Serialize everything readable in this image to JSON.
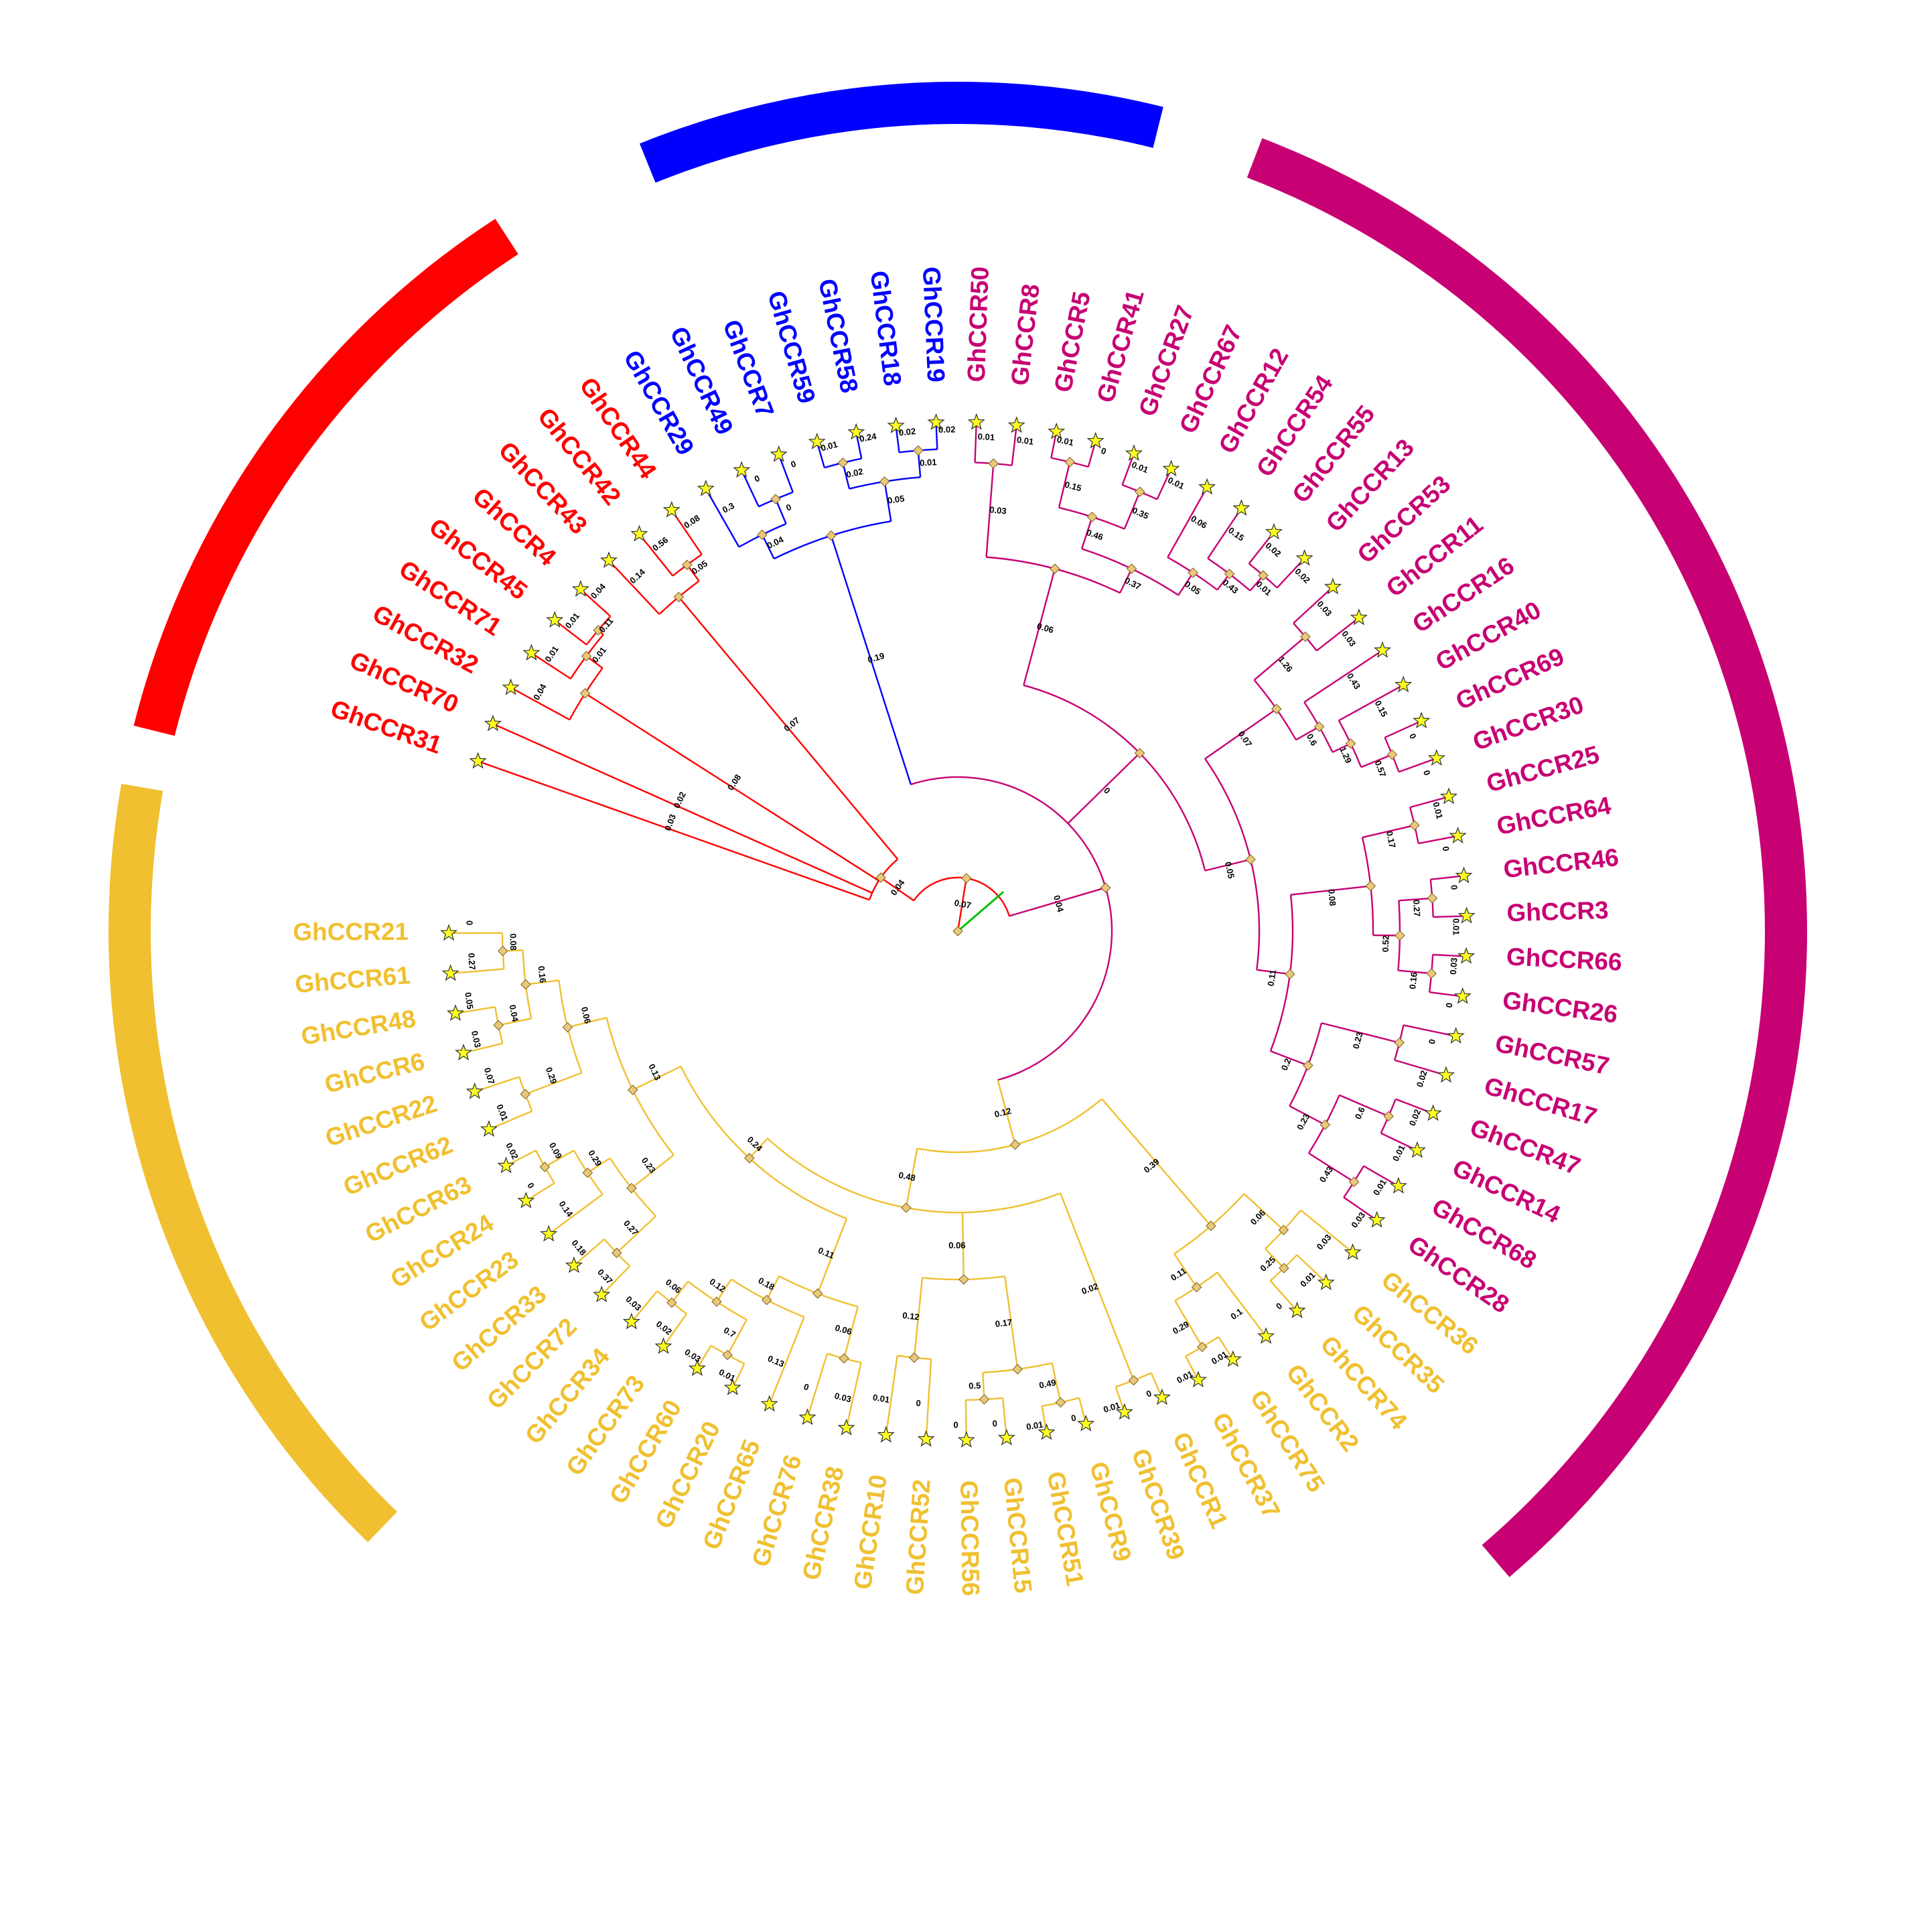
{
  "colors": {
    "red": "#ff0000",
    "blue": "#0000ff",
    "magenta": "#c70073",
    "yellow": "#f0c030",
    "green": "#00c000",
    "star_fill": "#ffff20",
    "node_fill": "#e8c87a"
  },
  "arcs": [
    {
      "name": "red-clade-arc",
      "color": "red"
    },
    {
      "name": "blue-clade-arc",
      "color": "blue"
    },
    {
      "name": "magenta-clade-arc",
      "color": "magenta"
    },
    {
      "name": "yellow-clade-arc",
      "color": "yellow"
    }
  ],
  "leaves": [
    {
      "label": "GhCCR31",
      "color": "red",
      "bl": "0.03"
    },
    {
      "label": "GhCCR70",
      "color": "red",
      "bl": "0.02"
    },
    {
      "label": "GhCCR32",
      "color": "red",
      "bl": "0.04"
    },
    {
      "label": "GhCCR71",
      "color": "red",
      "bl": "0.01"
    },
    {
      "label": "GhCCR45",
      "color": "red",
      "bl": "0.01"
    },
    {
      "label": "GhCCR4",
      "color": "red",
      "bl": "0.04"
    },
    {
      "label": "GhCCR43",
      "color": "red",
      "bl": "0.14"
    },
    {
      "label": "GhCCR42",
      "color": "red",
      "bl": "0.56"
    },
    {
      "label": "GhCCR44",
      "color": "red",
      "bl": "0.08"
    },
    {
      "label": "GhCCR29",
      "color": "blue",
      "bl": "0.3"
    },
    {
      "label": "GhCCR49",
      "color": "blue",
      "bl": "0"
    },
    {
      "label": "GhCCR7",
      "color": "blue",
      "bl": "0"
    },
    {
      "label": "GhCCR59",
      "color": "blue",
      "bl": "0.01"
    },
    {
      "label": "GhCCR58",
      "color": "blue",
      "bl": "0.24"
    },
    {
      "label": "GhCCR18",
      "color": "blue",
      "bl": "0.02"
    },
    {
      "label": "GhCCR19",
      "color": "blue",
      "bl": "0.02"
    },
    {
      "label": "GhCCR50",
      "color": "magenta",
      "bl": "0.01"
    },
    {
      "label": "GhCCR8",
      "color": "magenta",
      "bl": "0.01"
    },
    {
      "label": "GhCCR5",
      "color": "magenta",
      "bl": "0.01"
    },
    {
      "label": "GhCCR41",
      "color": "magenta",
      "bl": "0"
    },
    {
      "label": "GhCCR27",
      "color": "magenta",
      "bl": "0.01"
    },
    {
      "label": "GhCCR67",
      "color": "magenta",
      "bl": "0.01"
    },
    {
      "label": "GhCCR12",
      "color": "magenta",
      "bl": "0.06"
    },
    {
      "label": "GhCCR54",
      "color": "magenta",
      "bl": "0.15"
    },
    {
      "label": "GhCCR55",
      "color": "magenta",
      "bl": "0.02"
    },
    {
      "label": "GhCCR13",
      "color": "magenta",
      "bl": "0.02"
    },
    {
      "label": "GhCCR53",
      "color": "magenta",
      "bl": "0.03"
    },
    {
      "label": "GhCCR11",
      "color": "magenta",
      "bl": "0.03"
    },
    {
      "label": "GhCCR16",
      "color": "magenta",
      "bl": "0.43"
    },
    {
      "label": "GhCCR40",
      "color": "magenta",
      "bl": "0.15"
    },
    {
      "label": "GhCCR69",
      "color": "magenta",
      "bl": "0"
    },
    {
      "label": "GhCCR30",
      "color": "magenta",
      "bl": "0"
    },
    {
      "label": "GhCCR25",
      "color": "magenta",
      "bl": "0.01"
    },
    {
      "label": "GhCCR64",
      "color": "magenta",
      "bl": "0"
    },
    {
      "label": "GhCCR46",
      "color": "magenta",
      "bl": "0"
    },
    {
      "label": "GhCCR3",
      "color": "magenta",
      "bl": "0.01"
    },
    {
      "label": "GhCCR66",
      "color": "magenta",
      "bl": "0.03"
    },
    {
      "label": "GhCCR26",
      "color": "magenta",
      "bl": "0"
    },
    {
      "label": "GhCCR57",
      "color": "magenta",
      "bl": "0"
    },
    {
      "label": "GhCCR17",
      "color": "magenta",
      "bl": "0.02"
    },
    {
      "label": "GhCCR47",
      "color": "magenta",
      "bl": "0.02"
    },
    {
      "label": "GhCCR14",
      "color": "magenta",
      "bl": "0.01"
    },
    {
      "label": "GhCCR68",
      "color": "magenta",
      "bl": "0.01"
    },
    {
      "label": "GhCCR28",
      "color": "magenta",
      "bl": "0.03"
    },
    {
      "label": "GhCCR36",
      "color": "yellow",
      "bl": "0.03"
    },
    {
      "label": "GhCCR35",
      "color": "yellow",
      "bl": "0.01"
    },
    {
      "label": "GhCCR74",
      "color": "yellow",
      "bl": "0"
    },
    {
      "label": "GhCCR2",
      "color": "yellow",
      "bl": "0.1"
    },
    {
      "label": "GhCCR75",
      "color": "yellow",
      "bl": "0.01"
    },
    {
      "label": "GhCCR37",
      "color": "yellow",
      "bl": "0.01"
    },
    {
      "label": "GhCCR1",
      "color": "yellow",
      "bl": "0"
    },
    {
      "label": "GhCCR39",
      "color": "yellow",
      "bl": "0.01"
    },
    {
      "label": "GhCCR9",
      "color": "yellow",
      "bl": "0"
    },
    {
      "label": "GhCCR51",
      "color": "yellow",
      "bl": "0.01"
    },
    {
      "label": "GhCCR15",
      "color": "yellow",
      "bl": "0"
    },
    {
      "label": "GhCCR56",
      "color": "yellow",
      "bl": "0"
    },
    {
      "label": "GhCCR52",
      "color": "yellow",
      "bl": "0"
    },
    {
      "label": "GhCCR10",
      "color": "yellow",
      "bl": "0.01"
    },
    {
      "label": "GhCCR38",
      "color": "yellow",
      "bl": "0.03"
    },
    {
      "label": "GhCCR76",
      "color": "yellow",
      "bl": "0"
    },
    {
      "label": "GhCCR65",
      "color": "yellow",
      "bl": "0.13"
    },
    {
      "label": "GhCCR20",
      "color": "yellow",
      "bl": "0.01"
    },
    {
      "label": "GhCCR60",
      "color": "yellow",
      "bl": "0.03"
    },
    {
      "label": "GhCCR73",
      "color": "yellow",
      "bl": "0.02"
    },
    {
      "label": "GhCCR34",
      "color": "yellow",
      "bl": "0.03"
    },
    {
      "label": "GhCCR72",
      "color": "yellow",
      "bl": "0.37"
    },
    {
      "label": "GhCCR33",
      "color": "yellow",
      "bl": "0.18"
    },
    {
      "label": "GhCCR23",
      "color": "yellow",
      "bl": "0.14"
    },
    {
      "label": "GhCCR24",
      "color": "yellow",
      "bl": "0"
    },
    {
      "label": "GhCCR63",
      "color": "yellow",
      "bl": "0.02"
    },
    {
      "label": "GhCCR62",
      "color": "yellow",
      "bl": "0.01"
    },
    {
      "label": "GhCCR22",
      "color": "yellow",
      "bl": "0.07"
    },
    {
      "label": "GhCCR6",
      "color": "yellow",
      "bl": "0.03"
    },
    {
      "label": "GhCCR48",
      "color": "yellow",
      "bl": "0.05"
    },
    {
      "label": "GhCCR61",
      "color": "yellow",
      "bl": "0.27"
    },
    {
      "label": "GhCCR21",
      "color": "yellow",
      "bl": "0"
    }
  ],
  "internal_branch_labels": [
    "0.07",
    "0.04",
    "0.08",
    "0.01",
    "0.11",
    "0.07",
    "0.05",
    "0.04",
    "0.19",
    "0.04",
    "0",
    "0.05",
    "0.02",
    "0.01",
    "0",
    "0.06",
    "0.03",
    "0.37",
    "0.46",
    "0.15",
    "0.35",
    "0.05",
    "0.43",
    "0.01",
    "0.05",
    "0.07",
    "1.26",
    "0.6",
    "1.29",
    "0.57",
    "0.11",
    "0.08",
    "0.17",
    "0.52",
    "0.27",
    "0.16",
    "0.2",
    "0.23",
    "0.23",
    "0.6",
    "0.43",
    "0.12",
    "0.39",
    "0.06",
    "0.25",
    "0.11",
    "0.29",
    "0.48",
    "0.02",
    "0.06",
    "0.17",
    "0.49",
    "0.5",
    "0.12",
    "0.24",
    "0.11",
    "0.06",
    "0.18",
    "0.12",
    "0.7",
    "0.06",
    "0.13",
    "0.23",
    "0.27",
    "0.29",
    "0.09",
    "0.06",
    "0.29",
    "0.16",
    "0.04",
    "0.08",
    "0.05",
    "0.04",
    "0.16",
    "0",
    "0.09",
    "0.20"
  ]
}
